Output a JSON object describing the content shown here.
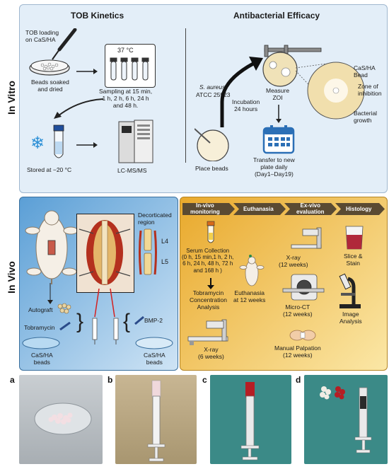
{
  "in_vitro": {
    "row_label": "In Vitro",
    "tob_kinetics": {
      "title": "TOB Kinetics",
      "loading_label": "TOB loading\non CaS/HA",
      "beads_label": "Beads soaked\nand dried",
      "temperature": "37 °C",
      "sampling_label": "Sampling at 15 min,\n1 h, 2 h, 6 h, 24 h\nand 48 h.",
      "stored_label": "Stored at −20 °C",
      "lcms_label": "LC-MS/MS"
    },
    "antibacterial": {
      "title": "Antibacterial Efficacy",
      "strain_name": "S. aureus",
      "strain_id": "ATCC 25923",
      "incubation_label": "Incubation\n24 hours",
      "measure_label": "Measure\nZOI",
      "place_label": "Place beads",
      "transfer_label": "Transfer to new\nplate daily\n(Day1–Day19)",
      "bead_label": "CaS/HA\nBead",
      "zone_label": "Zone of\ninhibition",
      "growth_label": "Bacterial\ngrowth"
    }
  },
  "in_vivo": {
    "row_label": "In Vivo",
    "surgery": {
      "decorticated_label": "Decorticated\nregion",
      "l4_label": "L4",
      "l5_label": "L5",
      "autograft_label": "Autograft",
      "tobramycin_label": "Tobramycin",
      "beads_tob_label": "CaS/HA\nbeads",
      "bmp_label": "BMP-2",
      "beads_bmp_label": "CaS/HA\nbeads"
    },
    "timeline": {
      "stages": [
        "In-vivo\nmonitoring",
        "Euthanasia",
        "Ex-vivo\nevaluation",
        "Histology"
      ],
      "serum_label": "Serum Collection\n(0 h, 15 min,1 h, 2 h,\n6 h, 24 h, 48 h, 72 h\nand 168 h )",
      "tob_analysis_label": "Tobramycin\nConcentration\nAnalysis",
      "xray6_label": "X-ray\n(6 weeks)",
      "euthanasia_label": "Euthanasia\nat 12 weeks",
      "xray12_label": "X-ray\n(12 weeks)",
      "microct_label": "Micro-CT\n(12 weeks)",
      "palpation_label": "Manual Palpation\n(12 weeks)",
      "slice_label": "Slice &\nStain",
      "image_label": "Image\nAnalysis"
    }
  },
  "photos": [
    {
      "label": "a"
    },
    {
      "label": "b"
    },
    {
      "label": "c"
    },
    {
      "label": "d"
    }
  ],
  "colors": {
    "in_vitro_bg": "#e3eef8",
    "in_vivo_left_bg": "#5b9fd6",
    "in_vivo_right_bg": "#f2c04a",
    "chevron": "#5a4a32",
    "calendar_blue": "#2b6fb6"
  }
}
